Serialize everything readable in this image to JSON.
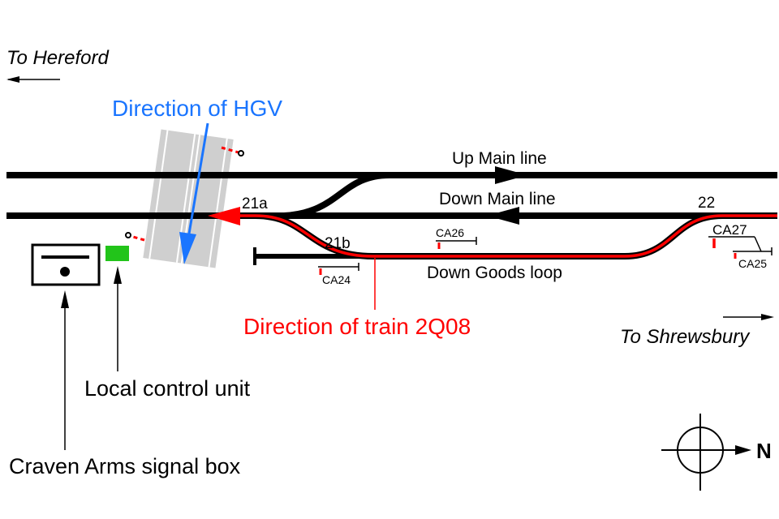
{
  "destinations": {
    "hereford": "To Hereford",
    "shrewsbury": "To Shrewsbury"
  },
  "annotations": {
    "hgv_direction": "Direction of HGV",
    "train_direction": "Direction of train 2Q08",
    "local_control_unit": "Local control unit",
    "signal_box": "Craven Arms signal box"
  },
  "lines": {
    "up_main": "Up Main line",
    "down_main": "Down Main line",
    "down_goods_loop": "Down Goods loop"
  },
  "points": {
    "p21a": "21a",
    "p21b": "21b",
    "p22": "22"
  },
  "track_circuits": {
    "ca24": "CA24",
    "ca25": "CA25",
    "ca26": "CA26",
    "ca27": "CA27"
  },
  "compass": {
    "north": "N"
  },
  "colors": {
    "track": "#000000",
    "train_route": "#ff0000",
    "hgv": "#1a75ff",
    "crossing": "#cccccc",
    "local_control_unit": "#22c41a"
  }
}
